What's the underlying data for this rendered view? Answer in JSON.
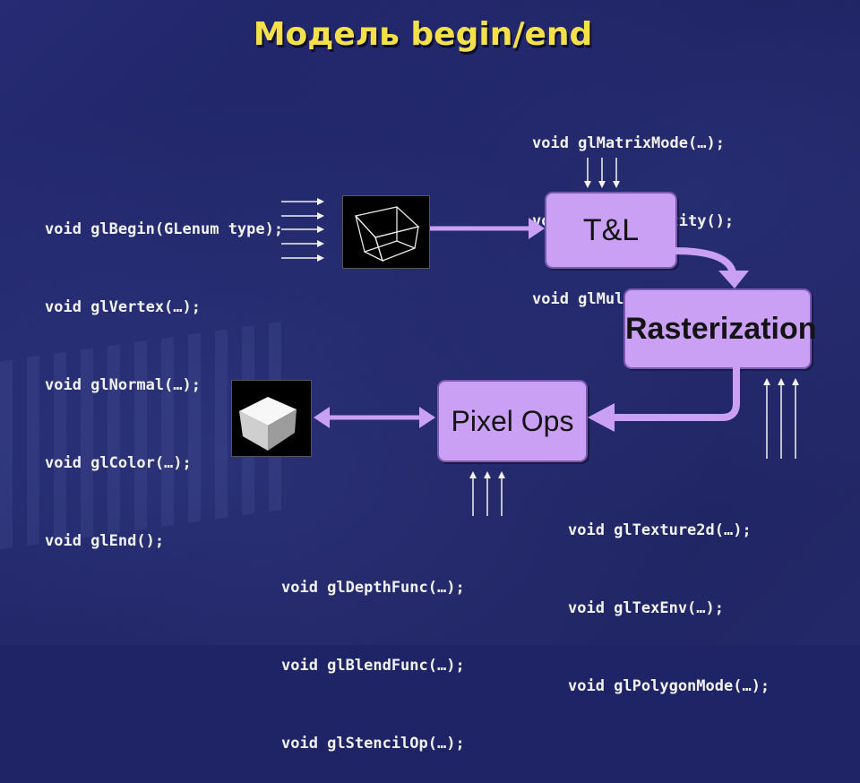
{
  "title": "Модель  begin/end",
  "left_calls": [
    "void glBegin(GLenum type);",
    "void glVertex(…);",
    "void glNormal(…);",
    "void glColor(…);",
    "void glEnd();"
  ],
  "top_right_calls": [
    "void glMatrixMode(…);",
    "void glLoadIdentity();",
    "void glMultMatrixd(…);"
  ],
  "right_bottom_calls": [
    "void glTexture2d(…);",
    "void glTexEnv(…);",
    "void glPolygonMode(…);"
  ],
  "bottom_calls": [
    "void glDepthFunc(…);",
    "void glBlendFunc(…);",
    "void glStencilOp(…);"
  ],
  "stages": {
    "tl": "T&L",
    "rasterization": "Rasterization",
    "pixel_ops": "Pixel Ops"
  },
  "colors": {
    "title": "#f4e04a",
    "stage_fill": "#c9a0f4",
    "arrow": "#c9a0f4",
    "code_text": "#f2f2f2"
  }
}
